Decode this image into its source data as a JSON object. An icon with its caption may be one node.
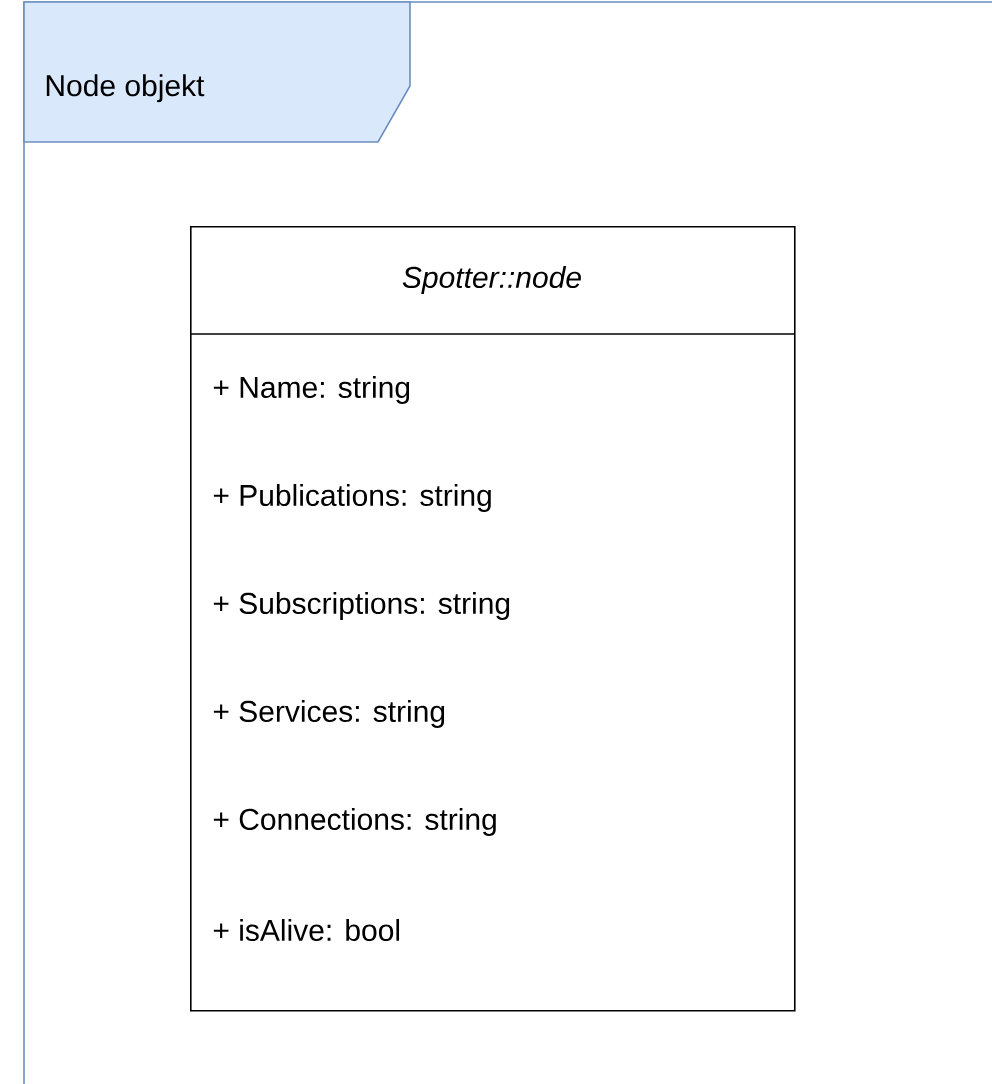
{
  "diagram": {
    "nodes": [
      {
        "text": [
          "Node objekt"
        ]
      },
      {
        "text": [
          "Spotter::node",
          "+ Name: string",
          "+ Publications: string",
          "+ Subscriptions: string",
          "+ Services: string",
          "+ Connections: string",
          "+ isAlive: bool"
        ],
        "in": 0
      }
    ]
  }
}
